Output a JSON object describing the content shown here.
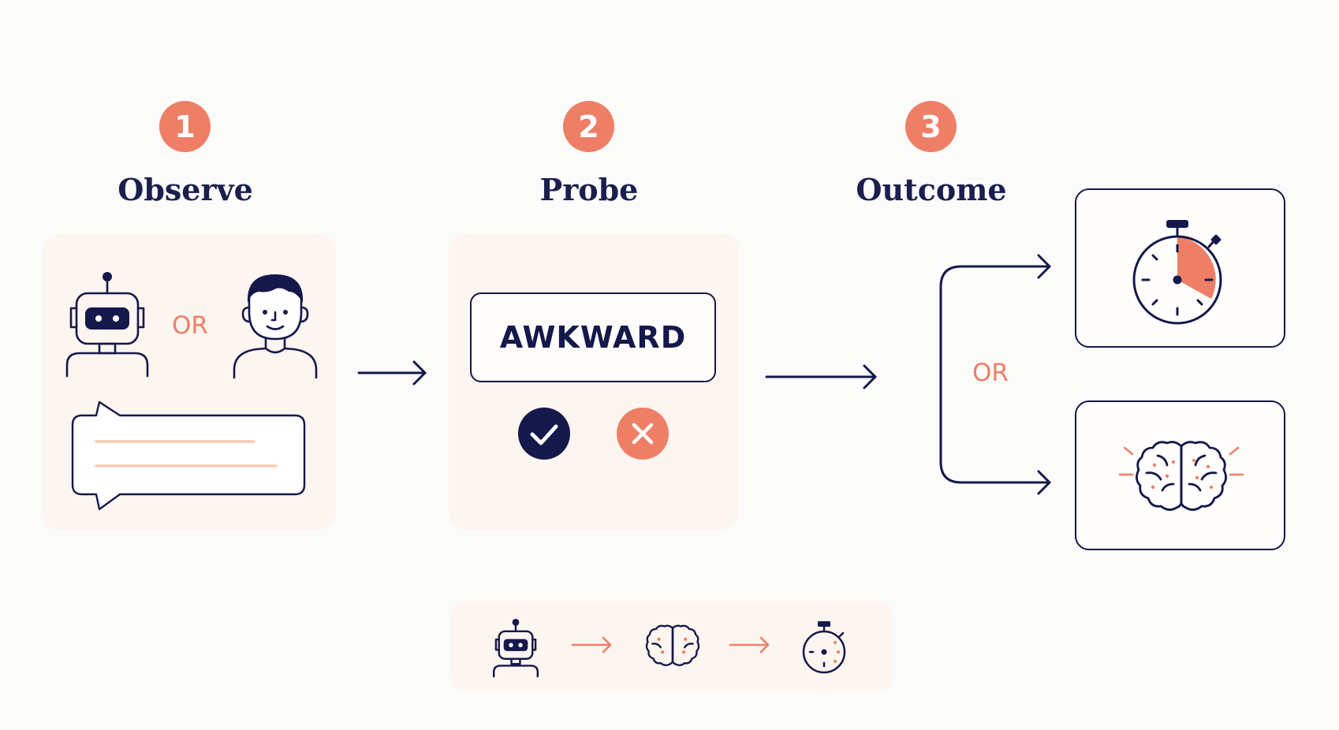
{
  "steps": [
    {
      "number": "1",
      "title": "Observe"
    },
    {
      "number": "2",
      "title": "Probe"
    },
    {
      "number": "3",
      "title": "Outcome"
    }
  ],
  "observe": {
    "or_label": "OR"
  },
  "probe": {
    "word": "AWKWARD"
  },
  "outcome": {
    "or_label": "OR"
  },
  "icons": {
    "observe": [
      "robot-icon",
      "person-icon",
      "speech-bubble-icon"
    ],
    "probe": [
      "check-circle-icon",
      "x-circle-icon"
    ],
    "outcome": [
      "stopwatch-icon",
      "brain-icon"
    ],
    "summary": [
      "robot-icon",
      "brain-icon",
      "stopwatch-icon"
    ]
  },
  "colors": {
    "accent": "#ee7f66",
    "navy": "#14184a",
    "panel_bg": "#fdf5ef",
    "text_dark": "#1b1f4e"
  }
}
